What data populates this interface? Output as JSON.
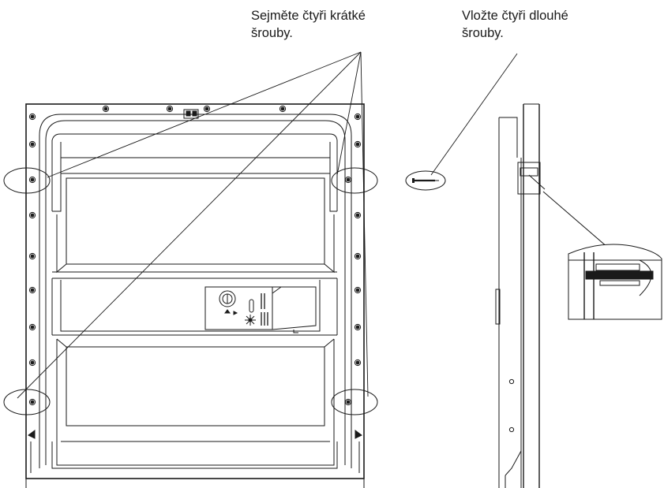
{
  "captions": {
    "remove_short_screws": {
      "line1": "Sejměte čtyři krátké",
      "line2": "šrouby."
    },
    "insert_long_screws": {
      "line1": "Vložte čtyři dlouhé",
      "line2": "šrouby."
    }
  },
  "colors": {
    "stroke": "#1a1a1a",
    "background": "#ffffff"
  },
  "icons": {
    "long_screw": "long-screw-icon",
    "screw_hole": "screw-hole-icon",
    "detergent_dispenser_knob": "dispenser-knob-icon"
  }
}
